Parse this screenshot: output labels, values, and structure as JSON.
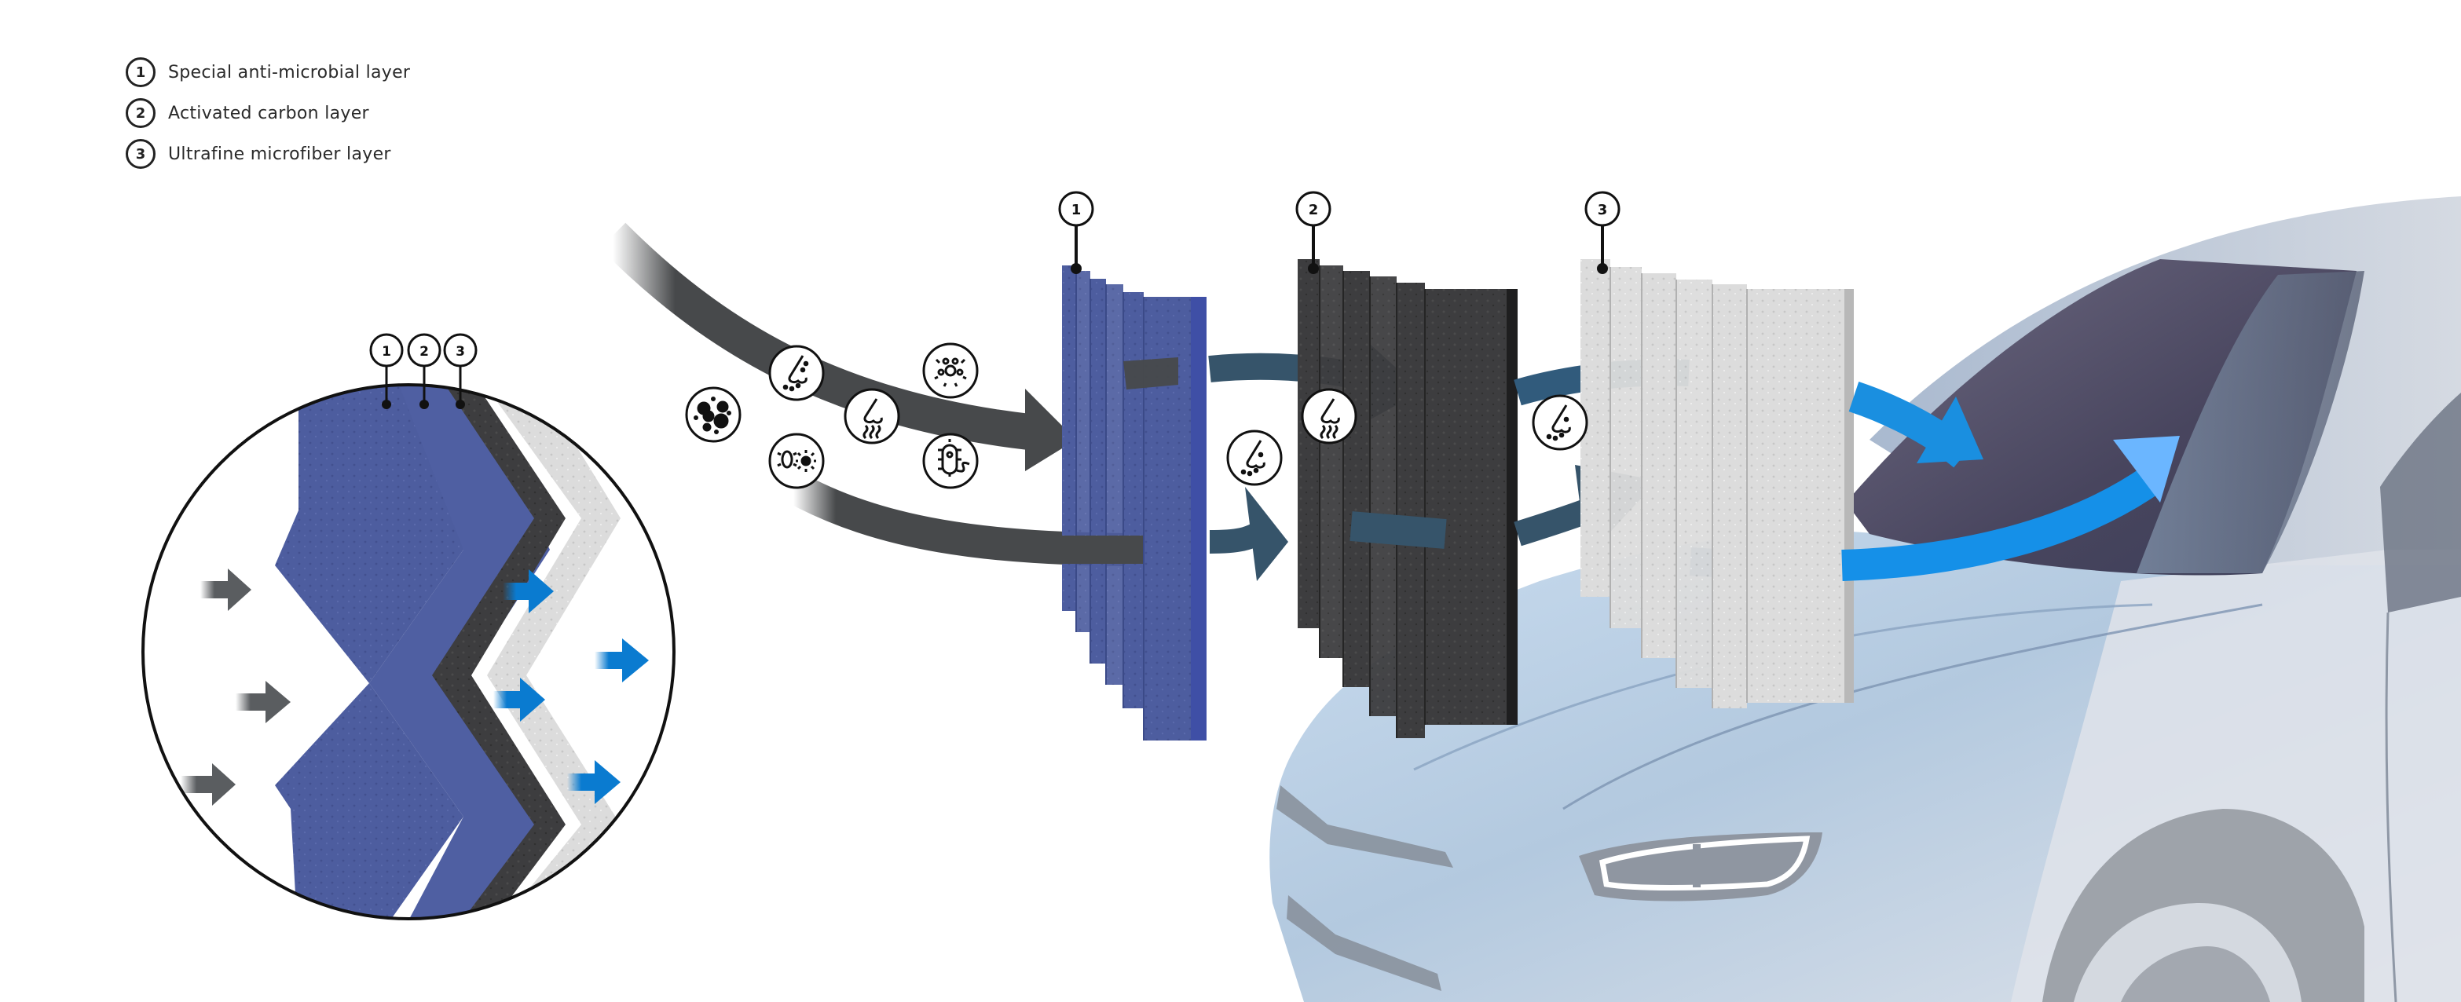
{
  "legend": {
    "items": [
      {
        "number": "1",
        "label": "Special anti-microbial layer"
      },
      {
        "number": "2",
        "label": "Activated carbon layer"
      },
      {
        "number": "3",
        "label": "Ultrafine microfiber layer"
      }
    ]
  },
  "detail_view": {
    "layer_markers": [
      "1",
      "2",
      "3"
    ],
    "incoming_arrows": 3,
    "outgoing_arrows": 4
  },
  "filter_panels": [
    {
      "number": "1",
      "name": "anti-microbial layer",
      "color": "#4a5a9e"
    },
    {
      "number": "2",
      "name": "activated carbon layer",
      "color": "#3a3a3c"
    },
    {
      "number": "3",
      "name": "ultrafine microfiber layer",
      "color": "#dcdcdc"
    }
  ],
  "pollutant_icons": [
    "particles-icon",
    "fine-dust-nose-icon",
    "odor-nose-icon",
    "virus-icon",
    "bacteria-allergen-icon",
    "bacterium-icon"
  ],
  "stage_icons": {
    "after_filter_1": "fine-dust-nose-icon",
    "on_filter_2": "odor-nose-icon",
    "after_filter_2": "fine-dust-nose-icon"
  },
  "colors": {
    "dirty_air": "#47494b",
    "partially_filtered_air": "#36546a",
    "clean_air": "#1a8fe0",
    "clean_air_light": "#6bb6ff",
    "car_body": "#b9cde0",
    "windshield": "#4e4c66"
  }
}
